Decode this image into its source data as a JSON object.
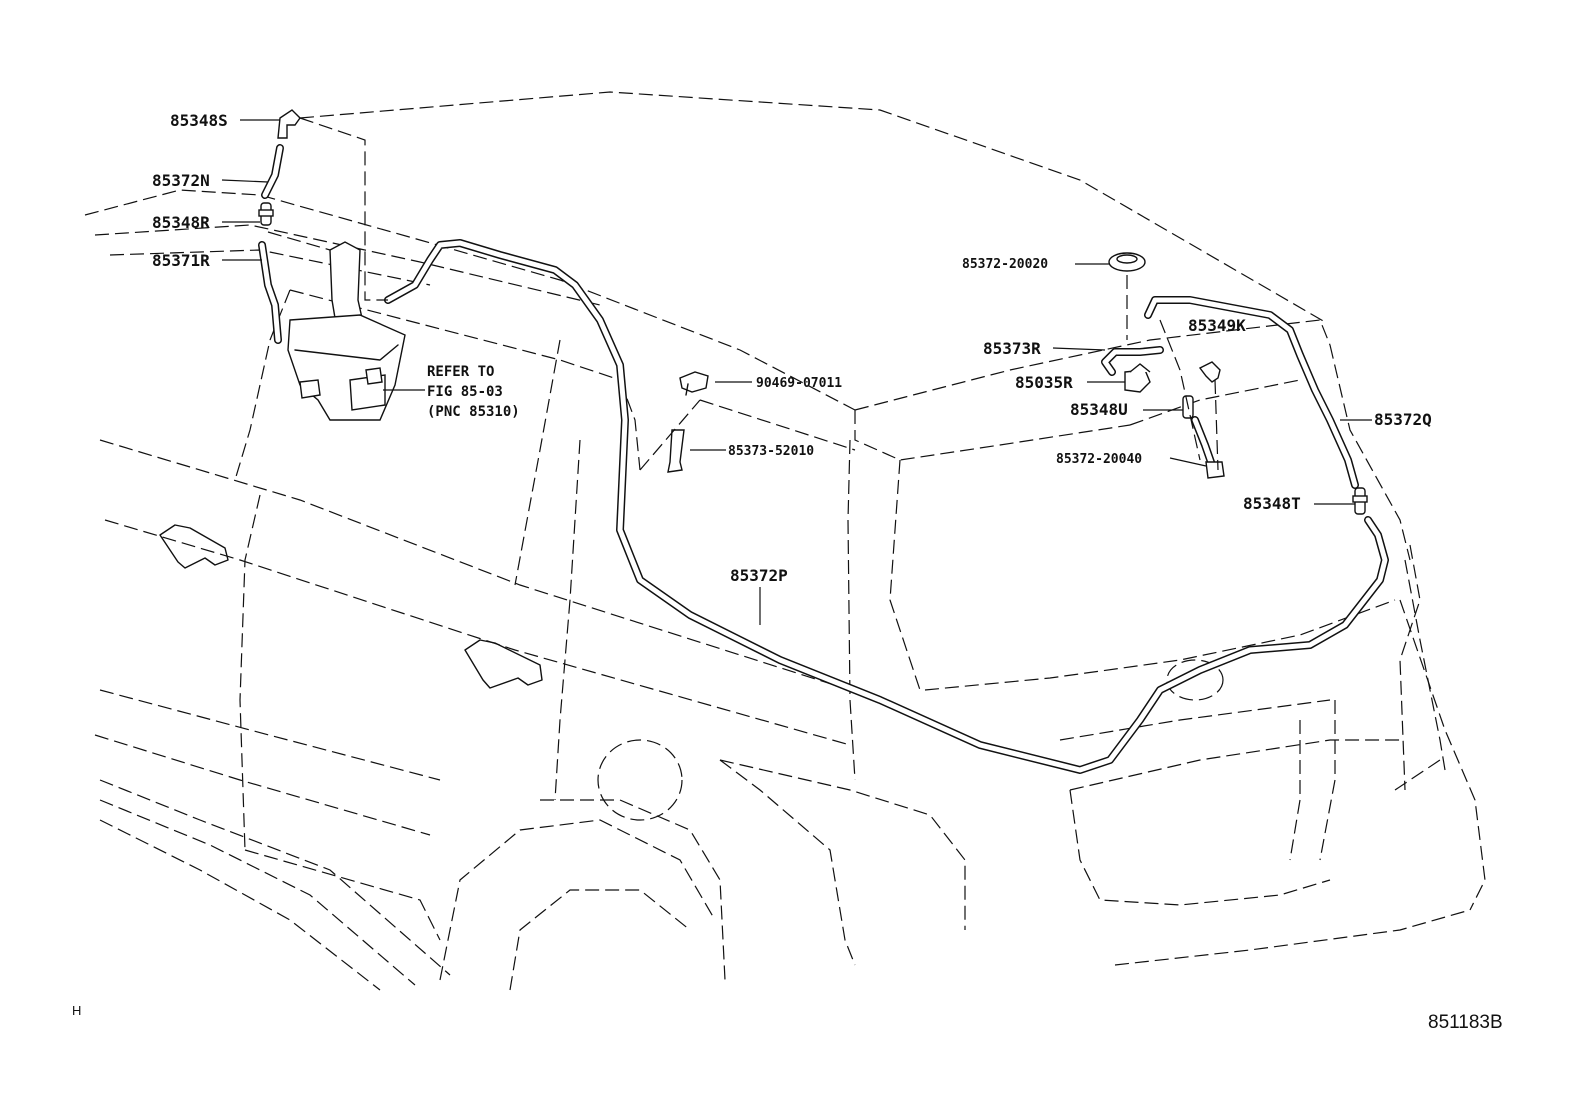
{
  "labels": {
    "p85348S": "85348S",
    "p85372N": "85372N",
    "p85348R": "85348R",
    "p85371R": "85371R",
    "p85372_20020": "85372-20020",
    "p85349K": "85349K",
    "p85373R": "85373R",
    "p85035R": "85035R",
    "p90469_07011": "90469-07011",
    "p85348U": "85348U",
    "p85372Q": "85372Q",
    "p85373_52010": "85373-52010",
    "p85372_20040": "85372-20040",
    "p85348T": "85348T",
    "p85372P": "85372P"
  },
  "reference_note": {
    "line1": "REFER TO",
    "line2": "FIG 85-03",
    "line3": "(PNC 85310)"
  },
  "corner_mark": "H",
  "figure_code": "851183B"
}
